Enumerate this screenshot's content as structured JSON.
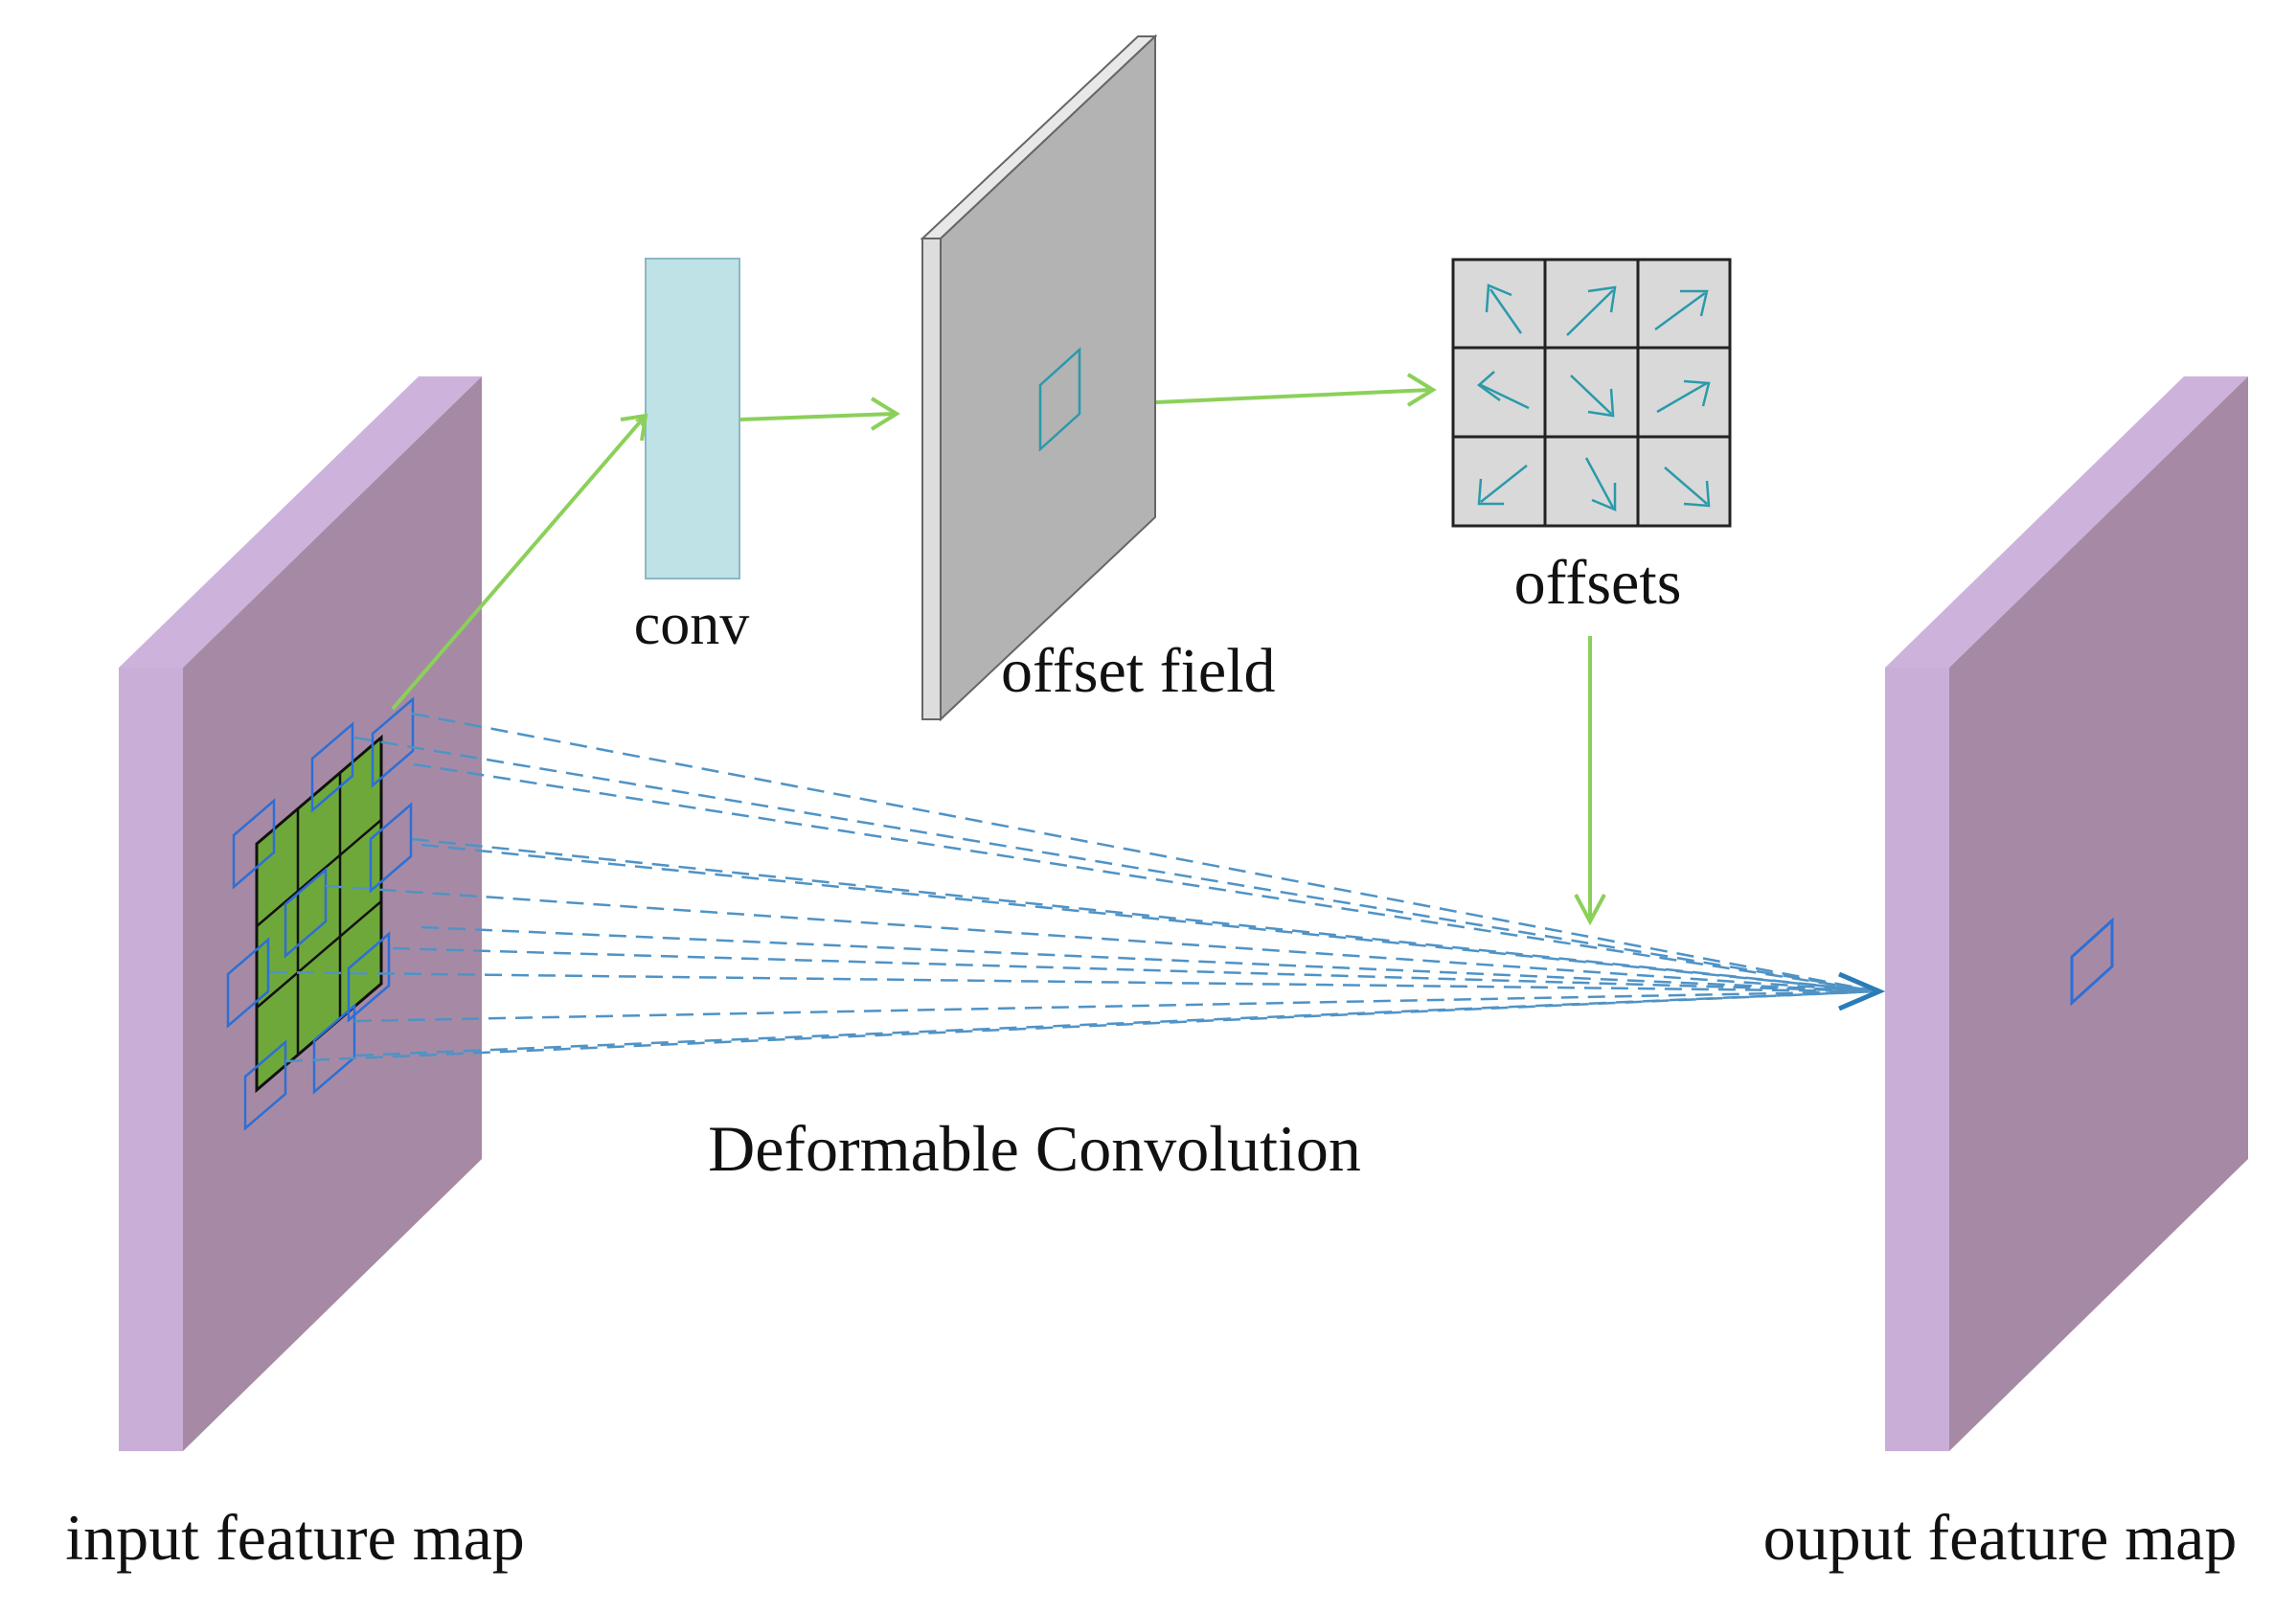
{
  "labels": {
    "conv": "conv",
    "offset_field": "offset field",
    "offsets": "offsets",
    "deformable": "Deformable Convolution",
    "input_map": "input feature map",
    "output_map": "ouput feature map"
  },
  "colors": {
    "map_front": "#a68aa5",
    "map_side": "#c9aed8",
    "conv_fill": "#bfe2e7",
    "plate_front": "#b3b3b3",
    "plate_side": "#dddddd",
    "cell_fill": "#d9d9d9",
    "kernel_fill": "#6fa83a",
    "green_arrow": "#8bd05a",
    "blue_line": "#4f93c6",
    "blue_box": "#2d6fd6",
    "teal_arrow": "#2a9aaa"
  }
}
